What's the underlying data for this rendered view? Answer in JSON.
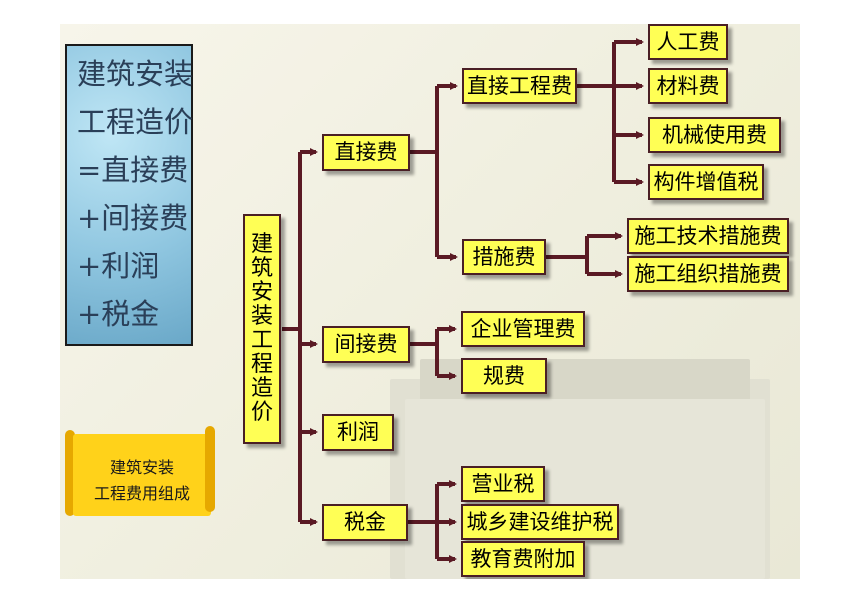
{
  "formula": {
    "lines": [
      "建筑安装",
      "工程造价",
      "=直接费",
      "+间接费",
      "+利润",
      "+税金"
    ]
  },
  "scroll": {
    "line1": "建筑安装",
    "line2": "工程费用组成"
  },
  "diagram": {
    "root": [
      "建",
      "筑",
      "安",
      "装",
      "工",
      "程",
      "造",
      "价"
    ],
    "level1": [
      "直接费",
      "间接费",
      "利润",
      "税金"
    ],
    "direct": {
      "children": [
        "直接工程费",
        "措施费"
      ],
      "direct_engineering": [
        "人工费",
        "材料费",
        "机械使用费",
        "构件增值税"
      ],
      "measures": [
        "施工技术措施费",
        "施工组织措施费"
      ]
    },
    "indirect": [
      "企业管理费",
      "规费"
    ],
    "tax": [
      "营业税",
      "城乡建设维护税",
      "教育费附加"
    ]
  },
  "colors": {
    "box_fill": "#ffff55",
    "line": "#5a1a24",
    "scroll": "#ffd21a",
    "formula_bg": "#8fc6e0"
  }
}
